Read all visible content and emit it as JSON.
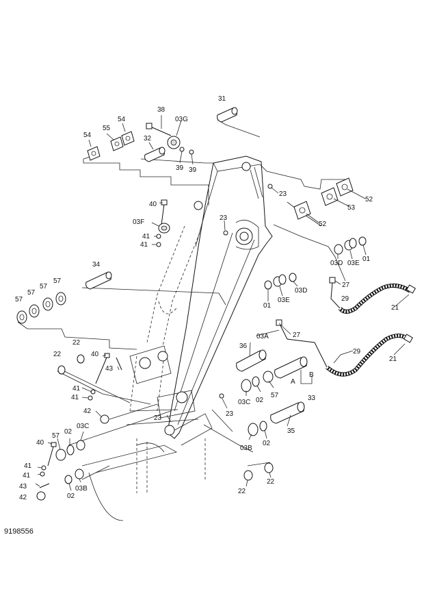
{
  "document_number": "9198556",
  "callouts": [
    {
      "id": "c31",
      "text": "31"
    },
    {
      "id": "c38",
      "text": "38"
    },
    {
      "id": "c03G",
      "text": "03G"
    },
    {
      "id": "c54a",
      "text": "54"
    },
    {
      "id": "c55",
      "text": "55"
    },
    {
      "id": "c54b",
      "text": "54"
    },
    {
      "id": "c32",
      "text": "32"
    },
    {
      "id": "c39a",
      "text": "39"
    },
    {
      "id": "c39b",
      "text": "39"
    },
    {
      "id": "c23a",
      "text": "23"
    },
    {
      "id": "c52a",
      "text": "52"
    },
    {
      "id": "c53",
      "text": "53"
    },
    {
      "id": "c52b",
      "text": "52"
    },
    {
      "id": "c40a",
      "text": "40"
    },
    {
      "id": "c03F",
      "text": "03F"
    },
    {
      "id": "c23b",
      "text": "23"
    },
    {
      "id": "c41a",
      "text": "41"
    },
    {
      "id": "c41b",
      "text": "41"
    },
    {
      "id": "c03D1",
      "text": "03D"
    },
    {
      "id": "c03E1",
      "text": "03E"
    },
    {
      "id": "c01a",
      "text": "01"
    },
    {
      "id": "c34",
      "text": "34"
    },
    {
      "id": "c01b",
      "text": "01"
    },
    {
      "id": "c03E2",
      "text": "03E"
    },
    {
      "id": "c03D2",
      "text": "03D"
    },
    {
      "id": "c27a",
      "text": "27"
    },
    {
      "id": "c29a",
      "text": "29"
    },
    {
      "id": "c21a",
      "text": "21"
    },
    {
      "id": "c57a",
      "text": "57"
    },
    {
      "id": "c57b",
      "text": "57"
    },
    {
      "id": "c57c",
      "text": "57"
    },
    {
      "id": "c57d",
      "text": "57"
    },
    {
      "id": "c36",
      "text": "36"
    },
    {
      "id": "c03A",
      "text": "03A"
    },
    {
      "id": "c27b",
      "text": "27"
    },
    {
      "id": "c22a",
      "text": "22"
    },
    {
      "id": "c22b",
      "text": "22"
    },
    {
      "id": "c40b",
      "text": "40"
    },
    {
      "id": "c43a",
      "text": "43"
    },
    {
      "id": "c29b",
      "text": "29"
    },
    {
      "id": "c21b",
      "text": "21"
    },
    {
      "id": "cA",
      "text": "A"
    },
    {
      "id": "cB",
      "text": "B"
    },
    {
      "id": "c41c",
      "text": "41"
    },
    {
      "id": "c41d",
      "text": "41"
    },
    {
      "id": "c03C1",
      "text": "03C"
    },
    {
      "id": "c02a",
      "text": "02"
    },
    {
      "id": "c57e",
      "text": "57"
    },
    {
      "id": "c33",
      "text": "33"
    },
    {
      "id": "c42a",
      "text": "42"
    },
    {
      "id": "c23c",
      "text": "23"
    },
    {
      "id": "c23d",
      "text": "23"
    },
    {
      "id": "c35",
      "text": "35"
    },
    {
      "id": "c40c",
      "text": "40"
    },
    {
      "id": "c02b",
      "text": "02"
    },
    {
      "id": "c03C2",
      "text": "03C"
    },
    {
      "id": "c57f",
      "text": "57"
    },
    {
      "id": "c02c",
      "text": "02"
    },
    {
      "id": "c03B1",
      "text": "03B"
    },
    {
      "id": "c41e",
      "text": "41"
    },
    {
      "id": "c41f",
      "text": "41"
    },
    {
      "id": "c43b",
      "text": "43"
    },
    {
      "id": "c42b",
      "text": "42"
    },
    {
      "id": "c02d",
      "text": "02"
    },
    {
      "id": "c03B2",
      "text": "03B"
    },
    {
      "id": "c22c",
      "text": "22"
    },
    {
      "id": "c22d",
      "text": "22"
    }
  ]
}
